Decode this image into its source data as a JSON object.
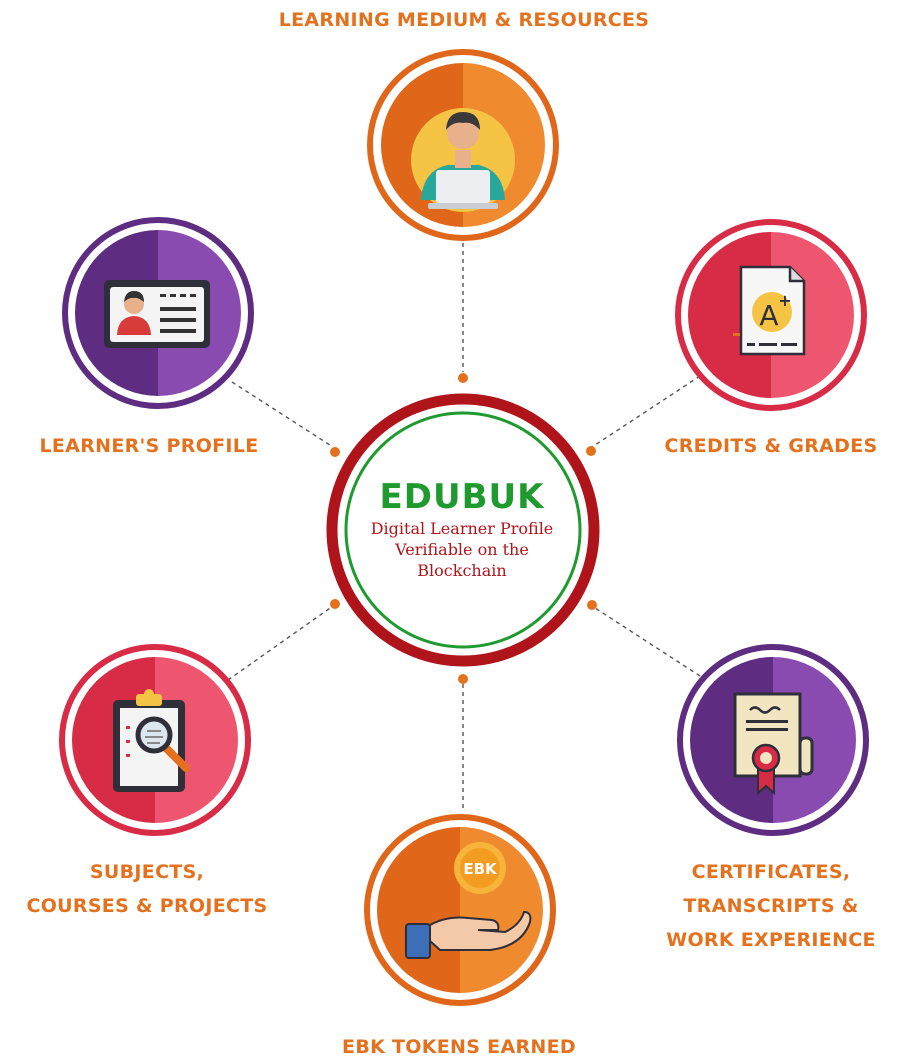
{
  "center": {
    "title": "EDUBUK",
    "subtitle_lines": [
      "Digital Learner Profile",
      "Verifiable on the",
      "Blockchain"
    ]
  },
  "nodes": {
    "learning": {
      "label_lines": [
        "LEARNING MEDIUM & RESOURCES"
      ],
      "icon": "person-laptop-icon",
      "theme": "orange"
    },
    "profile": {
      "label_lines": [
        "LEARNER'S PROFILE"
      ],
      "icon": "id-card-icon",
      "theme": "purple"
    },
    "credits": {
      "label_lines": [
        "CREDITS & GRADES"
      ],
      "icon": "grade-sheet-icon",
      "theme": "red"
    },
    "subjects": {
      "label_lines": [
        "SUBJECTS,",
        "COURSES & PROJECTS"
      ],
      "icon": "clipboard-search-icon",
      "theme": "red"
    },
    "certificates": {
      "label_lines": [
        "CERTIFICATES,",
        "TRANSCRIPTS &",
        "WORK EXPERIENCE"
      ],
      "icon": "certificate-icon",
      "theme": "purple"
    },
    "tokens": {
      "label_lines": [
        "EBK TOKENS EARNED"
      ],
      "icon": "token-hand-icon",
      "theme": "orange",
      "coin_text": "EBK"
    }
  },
  "colors": {
    "label": "#E4711E",
    "center_title": "#1E9A2E",
    "center_subtitle": "#B0141B",
    "center_outer_ring": "#B0141B",
    "center_inner_ring": "#1E9A2E",
    "connector": "#555555",
    "connector_dot": "#E4711E",
    "orange_dark": "#E0661A",
    "orange_light": "#EF8A2E",
    "purple_dark": "#5E2D82",
    "purple_light": "#8A4BB0",
    "red_dark": "#D82B45",
    "red_light": "#EE5670"
  }
}
